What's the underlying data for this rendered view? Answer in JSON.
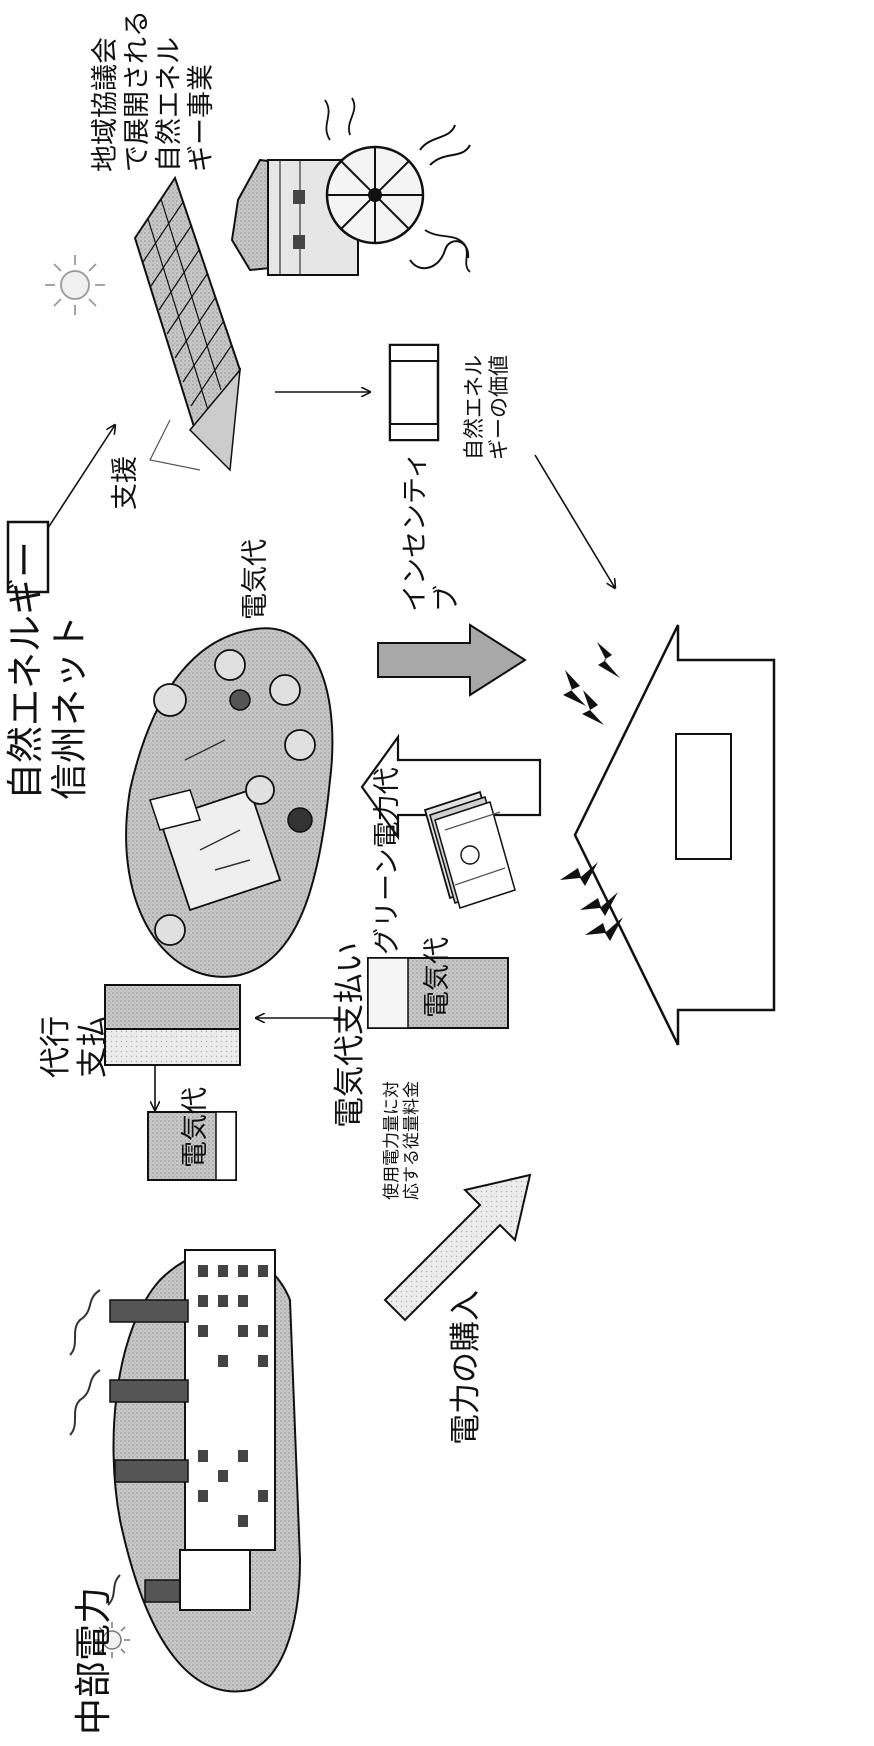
{
  "labels": {
    "chubu_denryoku": "中部電力",
    "denki_dai_box_left": "電気代",
    "daikou_line1": "代行",
    "daikou_line2": "支払",
    "denryoku_kounyu": "電力の購入",
    "denki_dai_shiharai": "電気代支払い",
    "shiyou_line1": "使用電力量に対",
    "shiyou_line2": "応する従量料金",
    "green_denryoku_dai": "グリーン電力代",
    "denki_dai_box_right": "電気代",
    "net_line1": "自然エネルギー",
    "net_line2": "信州ネット",
    "denki_dai_top": "電気代",
    "shien": "支援",
    "incentive_line1": "インセンティ",
    "incentive_line2": "ブ",
    "value_line1": "自然エネル",
    "value_line2": "ギーの価値",
    "project_line1": "地域協議会",
    "project_line2": "で展開される",
    "project_line3": "自然エネル",
    "project_line4": "ギー事業"
  },
  "colors": {
    "ink": "#111111",
    "gray_fill": "#bdbdbd",
    "light_fill": "#e8e8e8",
    "mid_fill": "#9a9a9a",
    "dark_fill": "#555555"
  },
  "icons": {
    "power_plant": "factory-illustration",
    "meeting": "people-meeting-illustration",
    "money": "banknote-stack-illustration",
    "house": "house-icon",
    "solar_panel": "solar-panel-illustration",
    "windmill": "windmill-illustration",
    "sun": "sun-icon"
  }
}
